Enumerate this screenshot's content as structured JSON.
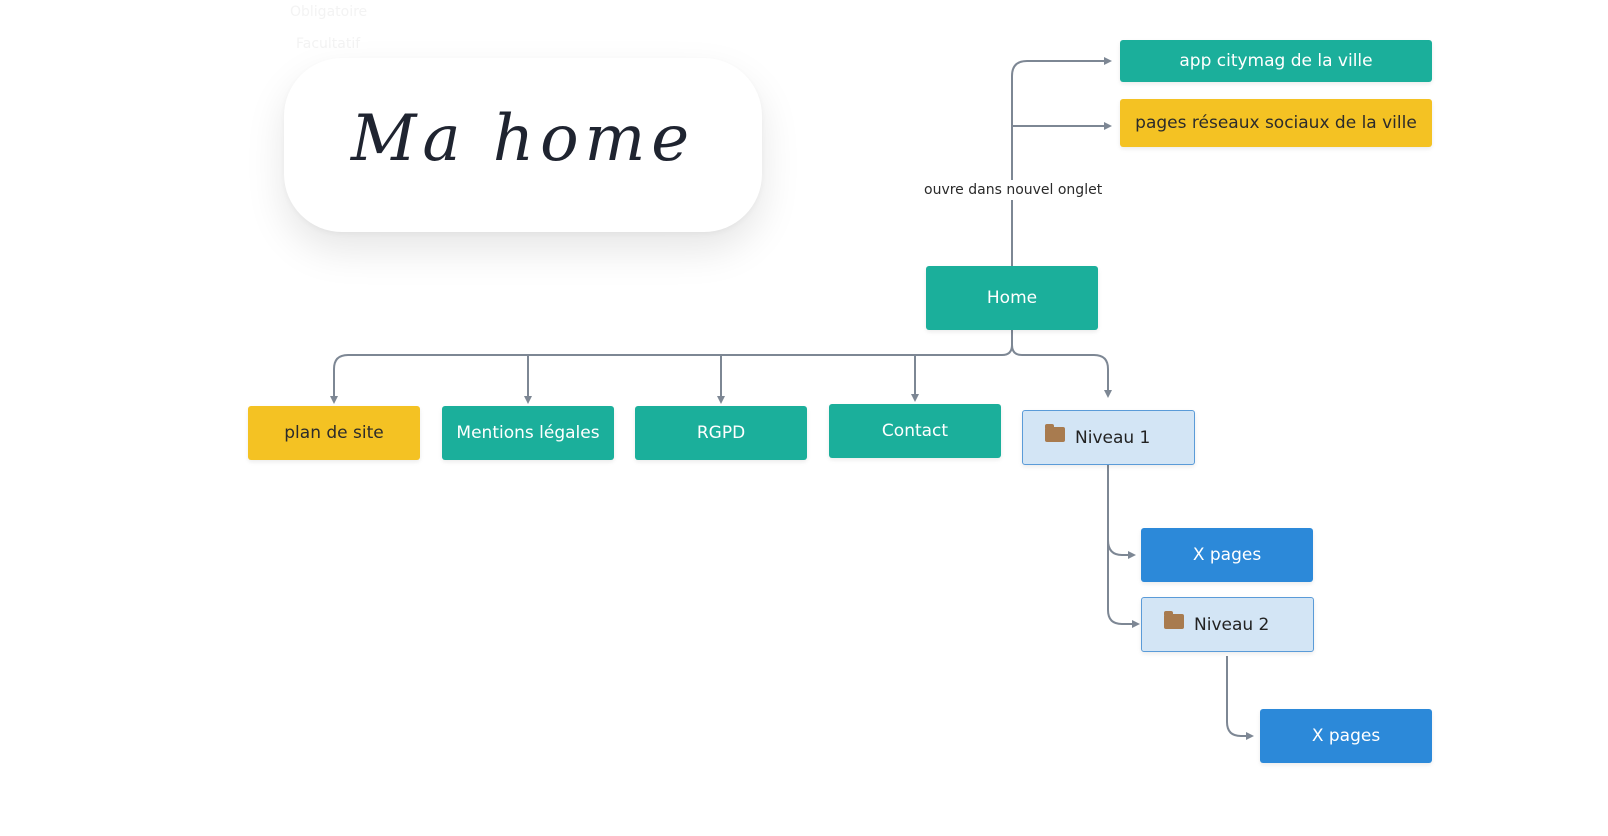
{
  "legend": {
    "obligatoire": "Obligatoire",
    "facultatif": "Facultatif"
  },
  "title_card": {
    "text": "Ma home"
  },
  "colors": {
    "teal": "#1baf9b",
    "yellow": "#f4c223",
    "blue": "#2c89d9",
    "folder_bg": "#d3e5f5",
    "folder_border": "#5a9bd8",
    "connector": "#7d8794"
  },
  "nodes": {
    "app_citymag": "app citymag de la ville",
    "reseaux_sociaux": "pages réseaux sociaux de la ville",
    "home": "Home",
    "plan_de_site": "plan de site",
    "mentions_legales": "Mentions légales",
    "rgpd": "RGPD",
    "contact": "Contact",
    "niveau_1": "Niveau 1",
    "x_pages_1": "X pages",
    "niveau_2": "Niveau 2",
    "x_pages_2": "X pages"
  },
  "edge_labels": {
    "external": "ouvre dans nouvel onglet"
  }
}
